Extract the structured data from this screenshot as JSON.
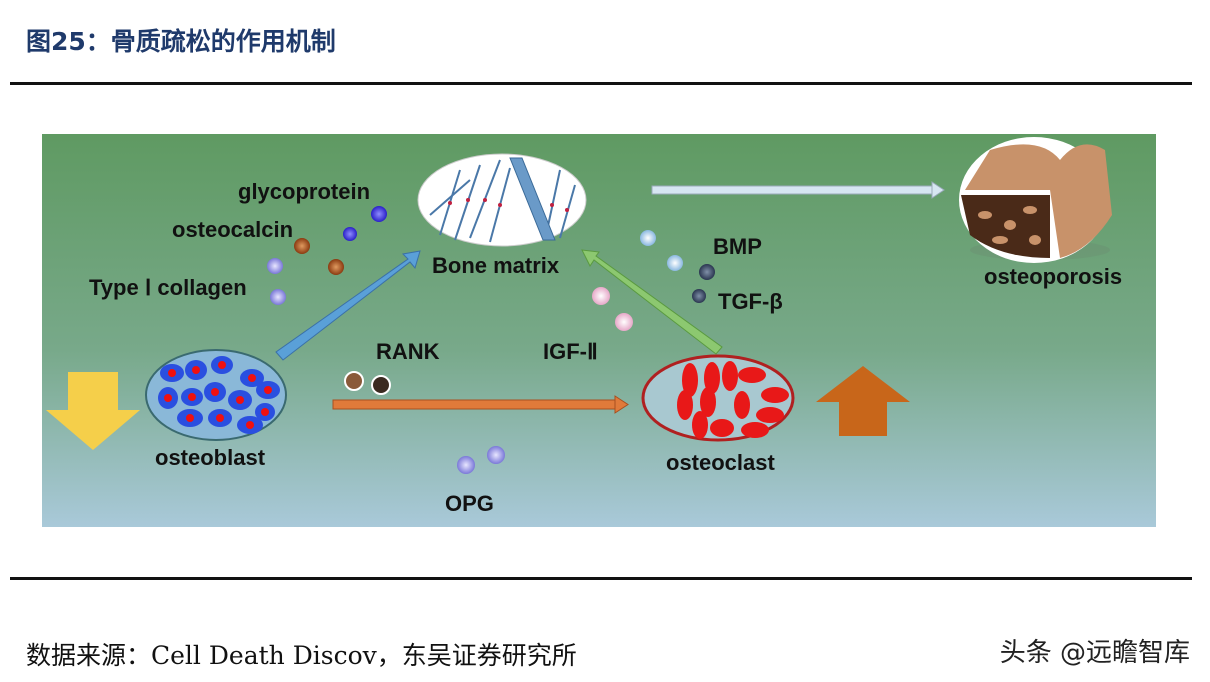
{
  "title": "图25：骨质疏松的作用机制",
  "diagram": {
    "labels": {
      "glycoprotein": "glycoprotein",
      "osteocalcin": "osteocalcin",
      "type1_collagen": "Type Ⅰ collagen",
      "bone_matrix": "Bone matrix",
      "bmp": "BMP",
      "tgf_beta": "TGF-β",
      "igf2": "IGF-Ⅱ",
      "rank": "RANK",
      "opg": "OPG",
      "osteoblast": "osteoblast",
      "osteoclast": "osteoclast",
      "osteoporosis": "osteoporosis"
    },
    "colors": {
      "background_top": "#5f9a62",
      "background_bottom": "#a9c9d9",
      "osteoblast_cell": "#2a4fe0",
      "osteoclast_cell": "#e81818",
      "decrease_arrow": "#f5cf4a",
      "increase_arrow": "#c8661a",
      "rank_arrow": "#e07a3a"
    }
  },
  "footer": {
    "source": "数据来源：Cell Death Discov，东吴证券研究所",
    "watermark": "头条 @远瞻智库"
  }
}
